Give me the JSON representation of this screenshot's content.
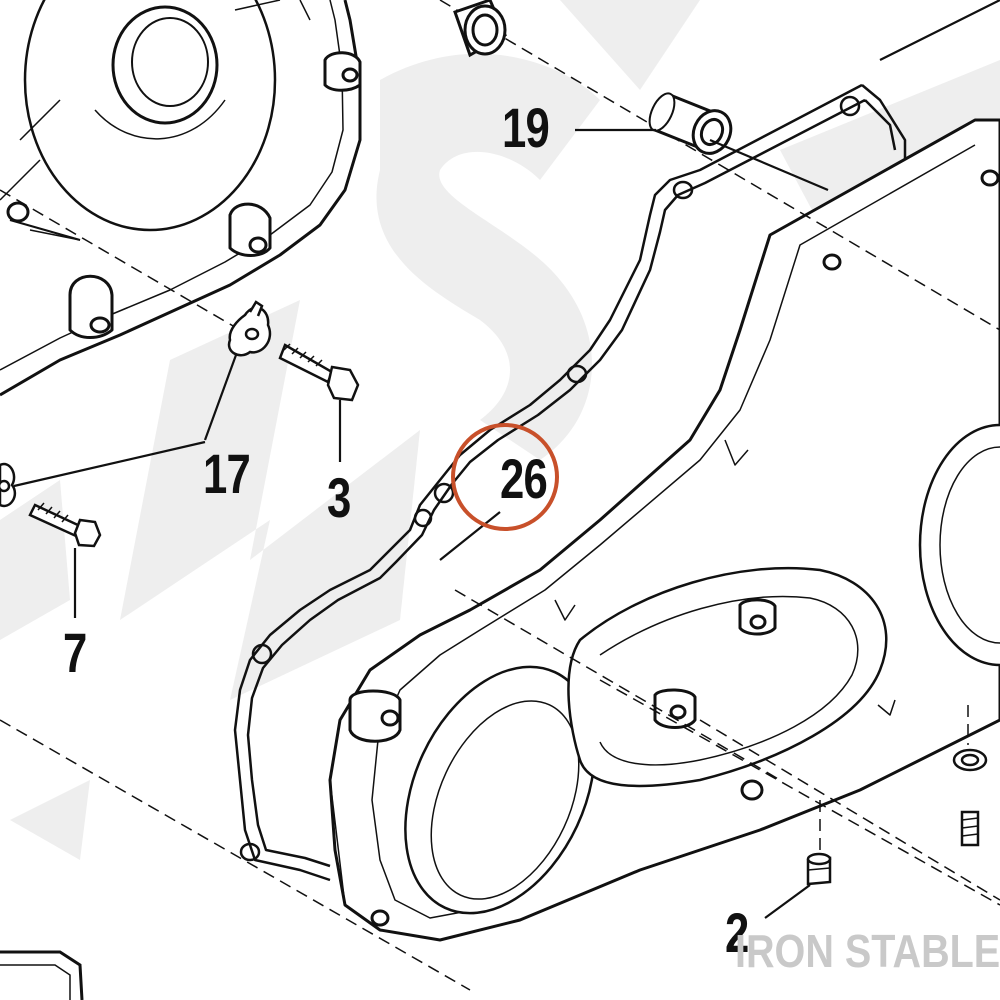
{
  "diagram": {
    "highlight_color": "#C8502A",
    "line_color": "#111111",
    "watermark_color": "#c9c9c9",
    "highlighted_part": "26",
    "callouts": [
      {
        "id": "callout-19",
        "label": "19"
      },
      {
        "id": "callout-17",
        "label": "17"
      },
      {
        "id": "callout-3",
        "label": "3"
      },
      {
        "id": "callout-26",
        "label": "26"
      },
      {
        "id": "callout-7",
        "label": "7"
      },
      {
        "id": "callout-2",
        "label": "2"
      }
    ],
    "watermark_text": "IRON STABLE"
  }
}
